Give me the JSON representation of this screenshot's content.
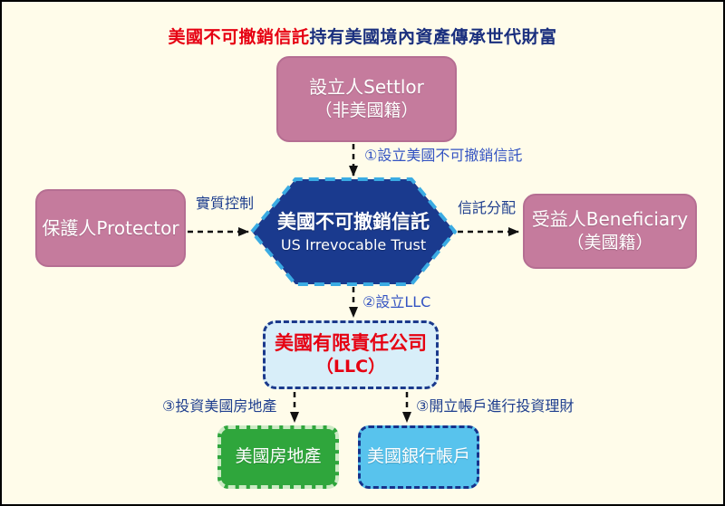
{
  "title": {
    "highlight": "美國不可撤銷信託",
    "rest": "持有美國境內資產傳承世代財富"
  },
  "nodes": {
    "settlor": {
      "line1": "設立人Settlor",
      "line2": "（非美國籍）"
    },
    "protector": {
      "line1": "保護人Protector"
    },
    "trust": {
      "line1": "美國不可撤銷信託",
      "line2": "US Irrevocable Trust"
    },
    "beneficiary": {
      "line1": "受益人Beneficiary",
      "line2": "（美國籍）"
    },
    "llc": {
      "line1": "美國有限責任公司",
      "line2": "（LLC）"
    },
    "real_estate": {
      "line1": "美國房地產"
    },
    "bank_account": {
      "line1": "美國銀行帳戶"
    }
  },
  "edges": {
    "settlor_to_trust": "①設立美國不可撤銷信託",
    "protector_to_trust": "實質控制",
    "trust_to_beneficiary": "信託分配",
    "trust_to_llc": "②設立LLC",
    "llc_to_real_estate": "③投資美國房地產",
    "llc_to_bank_account": "③開立帳戶進行投資理財"
  },
  "colors": {
    "background": "#FFFCEA",
    "title_highlight": "#E60012",
    "title_rest": "#1A2F7E",
    "pink_node": "#C57B9D",
    "trust_fill": "#1A3A8E",
    "trust_border": "#3AABE3",
    "llc_fill": "#D8EEF9",
    "llc_border": "#1B3A8C",
    "llc_text": "#E60012",
    "green_node": "#2FA63C",
    "blue_node": "#58C3ED",
    "step_label": "#3353C2",
    "side_label": "#1E3E8E",
    "arrow": "#111111"
  }
}
